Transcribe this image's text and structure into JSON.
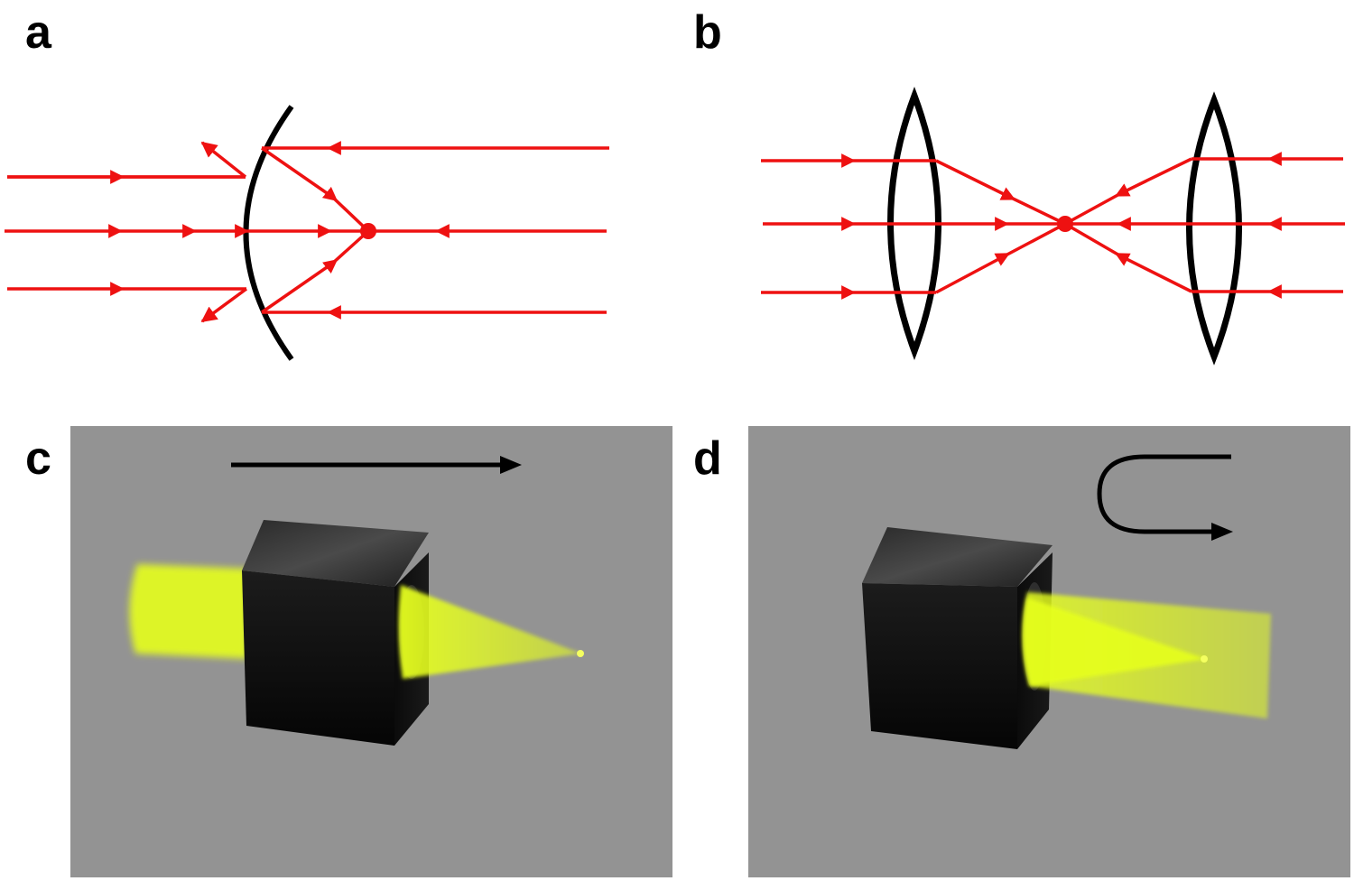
{
  "panels": {
    "a": {
      "label": "a"
    },
    "b": {
      "label": "b"
    },
    "c": {
      "label": "c"
    },
    "d": {
      "label": "d"
    }
  },
  "colors": {
    "ray": "#ee1111",
    "optic": "#000000",
    "background": "#939393",
    "beam": "#e6ff1e",
    "cube": "#0d0d0d"
  }
}
